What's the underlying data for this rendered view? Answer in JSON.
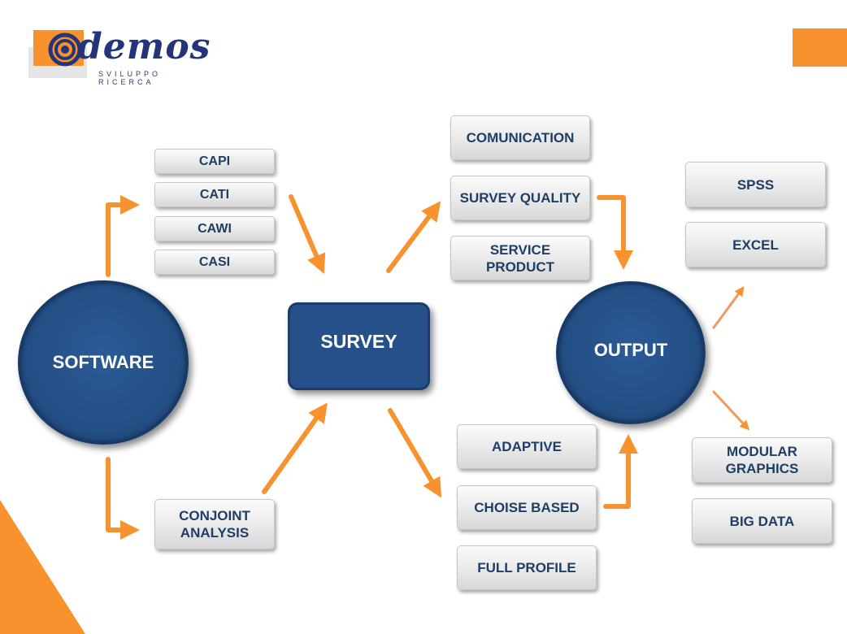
{
  "logo": {
    "name": "demos",
    "tagline": "SVILUPPO  RICERCA"
  },
  "colors": {
    "accent": "#f7922f",
    "node": "#26508a",
    "text": "#1f3e66"
  },
  "nodes": {
    "software": "SOFTWARE",
    "survey": "SURVEY",
    "output": "OUTPUT"
  },
  "software_modes": [
    "CAPI",
    "CATI",
    "CAWI",
    "CASI"
  ],
  "conjoint": "CONJOINT\nANALYSIS",
  "survey_outputs": [
    "COMUNICATION",
    "SURVEY QUALITY",
    "SERVICE\nPRODUCT"
  ],
  "conjoint_types": [
    "ADAPTIVE",
    "CHOISE BASED",
    "FULL PROFILE"
  ],
  "output_formats": [
    "SPSS",
    "EXCEL"
  ],
  "output_extras": [
    "MODULAR\nGRAPHICS",
    "BIG DATA"
  ]
}
